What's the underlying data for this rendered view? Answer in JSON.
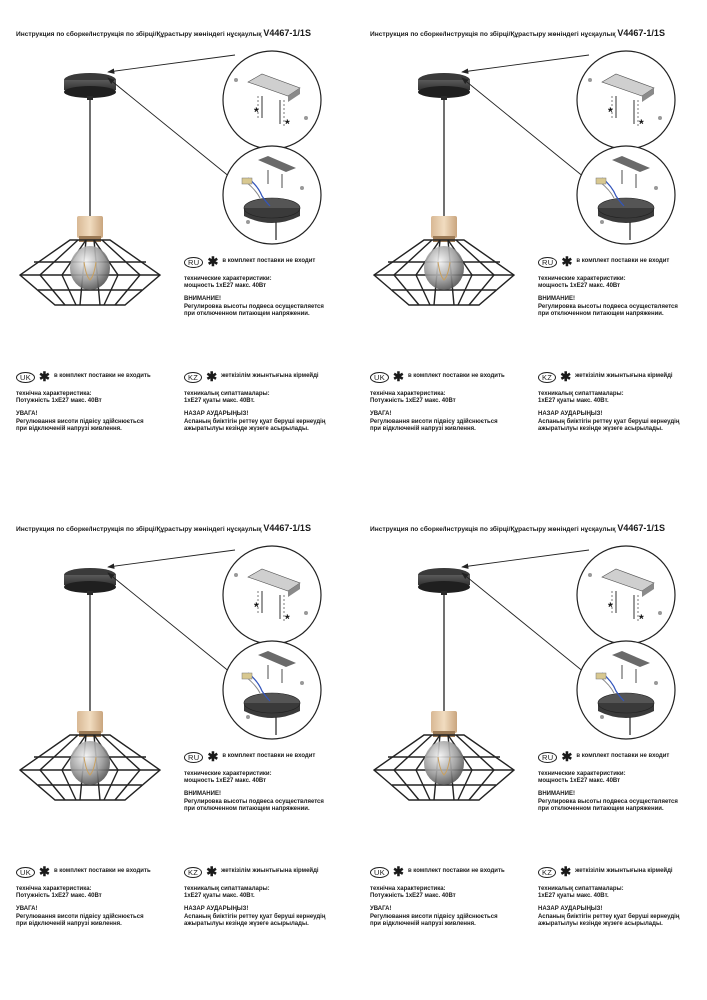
{
  "document": {
    "title_prefix": "Инструкция по сборке/Інструкція по збірці/Құрастыру жөніндегі нұсқаулық",
    "model": "V4467-1/1S",
    "star_glyph": "✱",
    "ru": {
      "badge": "RU",
      "note": "в комплект поставки не входит",
      "spec_lines": [
        "технические характеристики:",
        "мощность 1хЕ27 макс. 40Вт"
      ],
      "warn_lines": [
        "ВНИМАНИЕ!",
        "Регулировка высоты подвеса осуществляется",
        "при отключенном питающем напряжении."
      ]
    },
    "uk": {
      "badge": "UK",
      "note": "в комплект поставки не входить",
      "spec_lines": [
        "технічна характеристика:",
        "Потужність 1хЕ27 макс. 40Вт"
      ],
      "warn_lines": [
        "УВАГА!",
        "Регулювання висоти підвісу здійснюється",
        "при відключеній напрузі живлення."
      ]
    },
    "kz": {
      "badge": "KZ",
      "note": "жеткізілім жиынтығына кірмейді",
      "spec_lines": [
        "техникалық сипаттамалары:",
        "1хЕ27 қуаты макс. 40Вт."
      ],
      "warn_lines": [
        "НАЗАР АУДАРЫҢЫЗ!",
        "Аспаның биіктігін реттеу қуат беруші кернеудің",
        "ажыратылуы кезінде жүзеге асырылады."
      ]
    }
  }
}
